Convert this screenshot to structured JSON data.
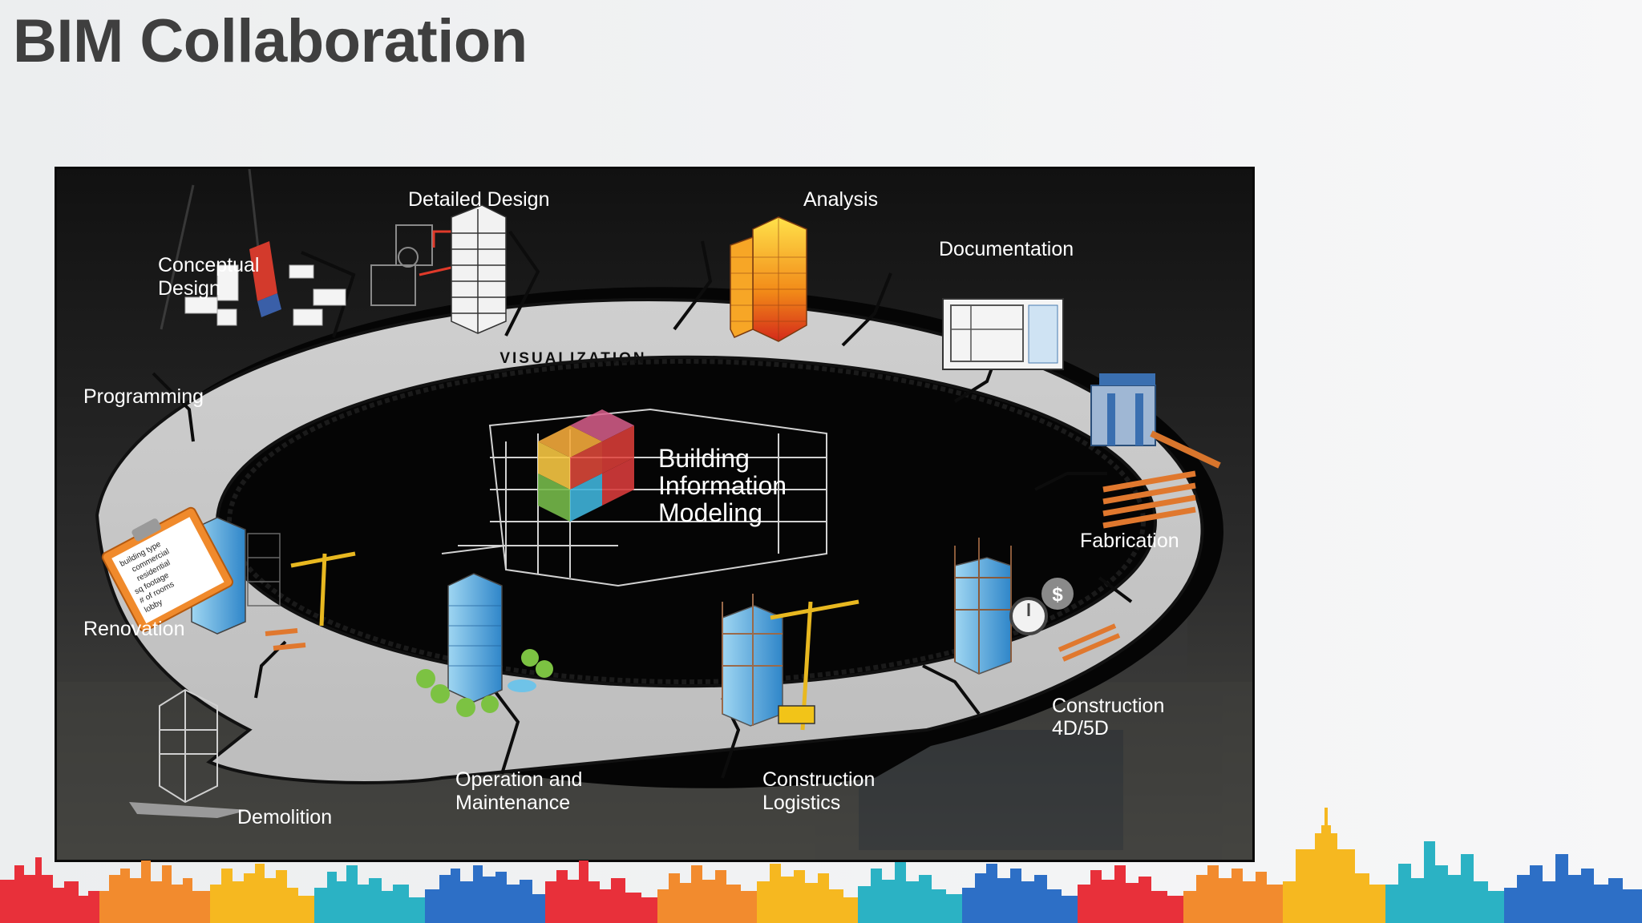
{
  "slide": {
    "title": "BIM Collaboration"
  },
  "diagram": {
    "center_lines": [
      "Building",
      "Information",
      "Modeling"
    ],
    "ring_label": "VISUALIZATION",
    "stages": {
      "detailed_design": "Detailed Design",
      "analysis": "Analysis",
      "documentation": "Documentation",
      "conceptual_design": [
        "Conceptual",
        "Design"
      ],
      "programming": "Programming",
      "fabrication": "Fabrication",
      "renovation": "Renovation",
      "construction_4d5d": [
        "Construction",
        "4D/5D"
      ],
      "operation_maintenance": [
        "Operation and",
        "Maintenance"
      ],
      "construction_logistics": [
        "Construction",
        "Logistics"
      ],
      "demolition": "Demolition"
    },
    "clipboard_items": [
      "building type",
      "commercial",
      "residential",
      "sq footage",
      "# of rooms",
      "lobby"
    ]
  },
  "colors": {
    "skyline": [
      "#e8303a",
      "#f28b2e",
      "#f6b820",
      "#2bb2c4",
      "#2d6fc6"
    ]
  }
}
